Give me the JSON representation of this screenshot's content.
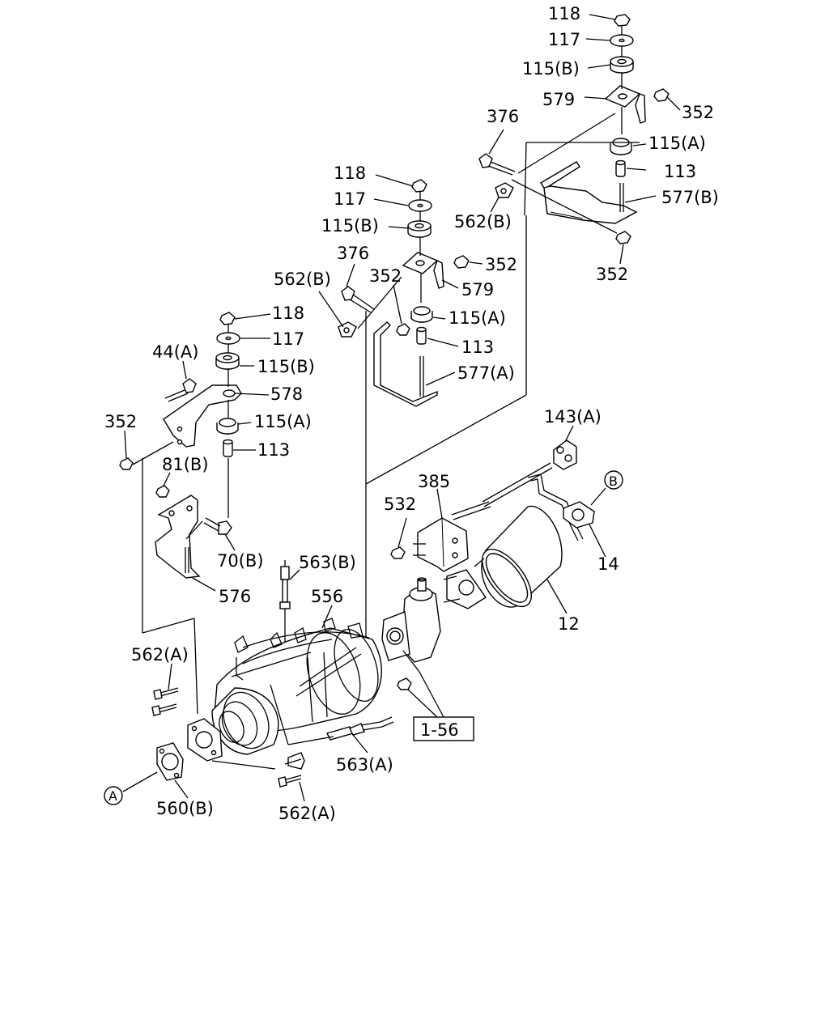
{
  "diagram": {
    "labels": {
      "top_118": "118",
      "top_117": "117",
      "top_115b": "115(B)",
      "top_579": "579",
      "top_352": "352",
      "top_376": "376",
      "top_115a": "115(A)",
      "top_113": "113",
      "top_562b": "562(B)",
      "top_577b": "577(B)",
      "top_352b": "352",
      "mid_118": "118",
      "mid_117": "117",
      "mid_115b": "115(B)",
      "mid_376": "376",
      "mid_352a": "352",
      "mid_562b": "562(B)",
      "mid_352": "352",
      "mid_579": "579",
      "mid_115a": "115(A)",
      "mid_113": "113",
      "mid_577a": "577(A)",
      "left_118": "118",
      "left_117": "117",
      "left_44a": "44(A)",
      "left_115b": "115(B)",
      "left_578": "578",
      "left_352": "352",
      "left_115a": "115(A)",
      "left_113": "113",
      "left_81b": "81(B)",
      "left_70b": "70(B)",
      "left_576": "576",
      "r_143a": "143(A)",
      "r_385": "385",
      "r_532": "532",
      "r_b": "B",
      "r_14": "14",
      "r_12": "12",
      "c_563b": "563(B)",
      "c_556": "556",
      "c_562a_top": "562(A)",
      "c_563a": "563(A)",
      "c_156": "1-56",
      "c_a": "A",
      "c_560b": "560(B)",
      "c_562a_bot": "562(A)"
    }
  }
}
